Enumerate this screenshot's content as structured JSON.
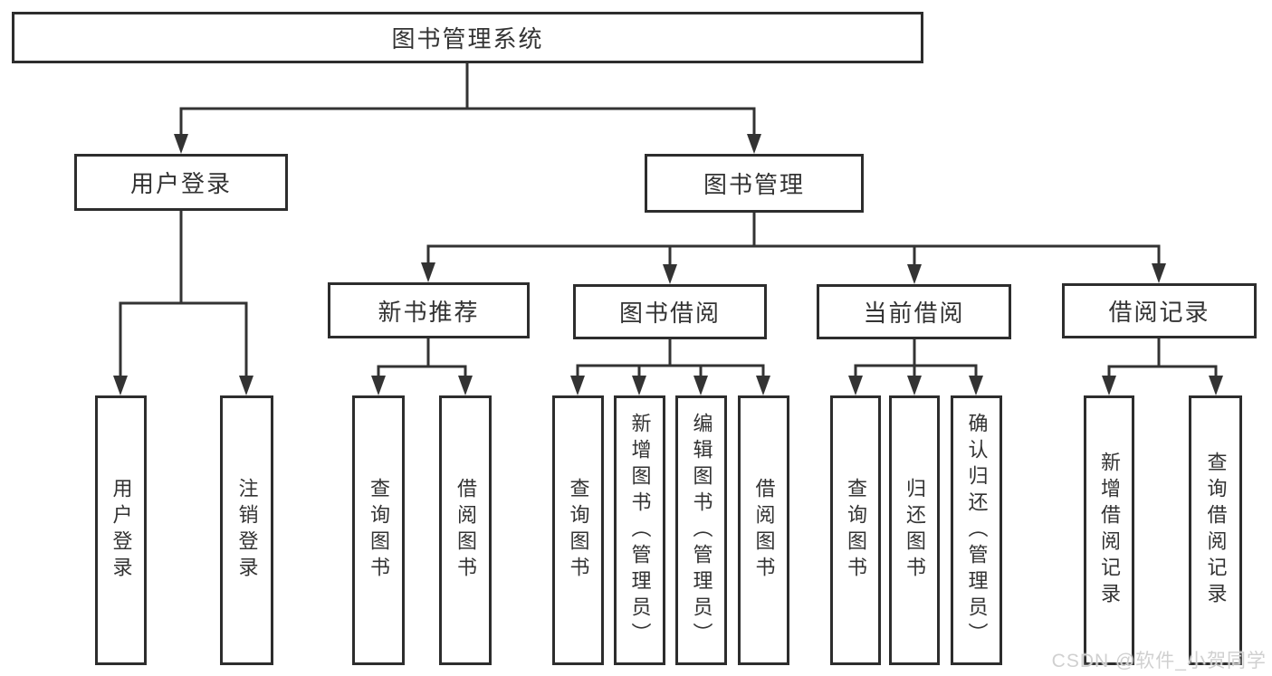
{
  "diagram": {
    "root": {
      "label": "图书管理系统"
    },
    "branches": [
      {
        "label": "用户登录",
        "children": [
          {
            "label": "用户登录"
          },
          {
            "label": "注销登录"
          }
        ]
      },
      {
        "label": "图书管理",
        "children": [
          {
            "label": "新书推荐",
            "children": [
              {
                "label": "查询图书"
              },
              {
                "label": "借阅图书"
              }
            ]
          },
          {
            "label": "图书借阅",
            "children": [
              {
                "label": "查询图书"
              },
              {
                "label": "新增图书（管理员）"
              },
              {
                "label": "编辑图书（管理员）"
              },
              {
                "label": "借阅图书"
              }
            ]
          },
          {
            "label": "当前借阅",
            "children": [
              {
                "label": "查询图书"
              },
              {
                "label": "归还图书"
              },
              {
                "label": "确认归还（管理员）"
              }
            ]
          },
          {
            "label": "借阅记录",
            "children": [
              {
                "label": "新增借阅记录"
              },
              {
                "label": "查询借阅记录"
              }
            ]
          }
        ]
      }
    ]
  },
  "watermark": {
    "text": "CSDN @软件_小贺同学"
  },
  "colors": {
    "line": "#333333",
    "box_border": "#2d2d2d",
    "text": "#333333",
    "background": "#ffffff",
    "watermark": "#d0d0d0"
  }
}
